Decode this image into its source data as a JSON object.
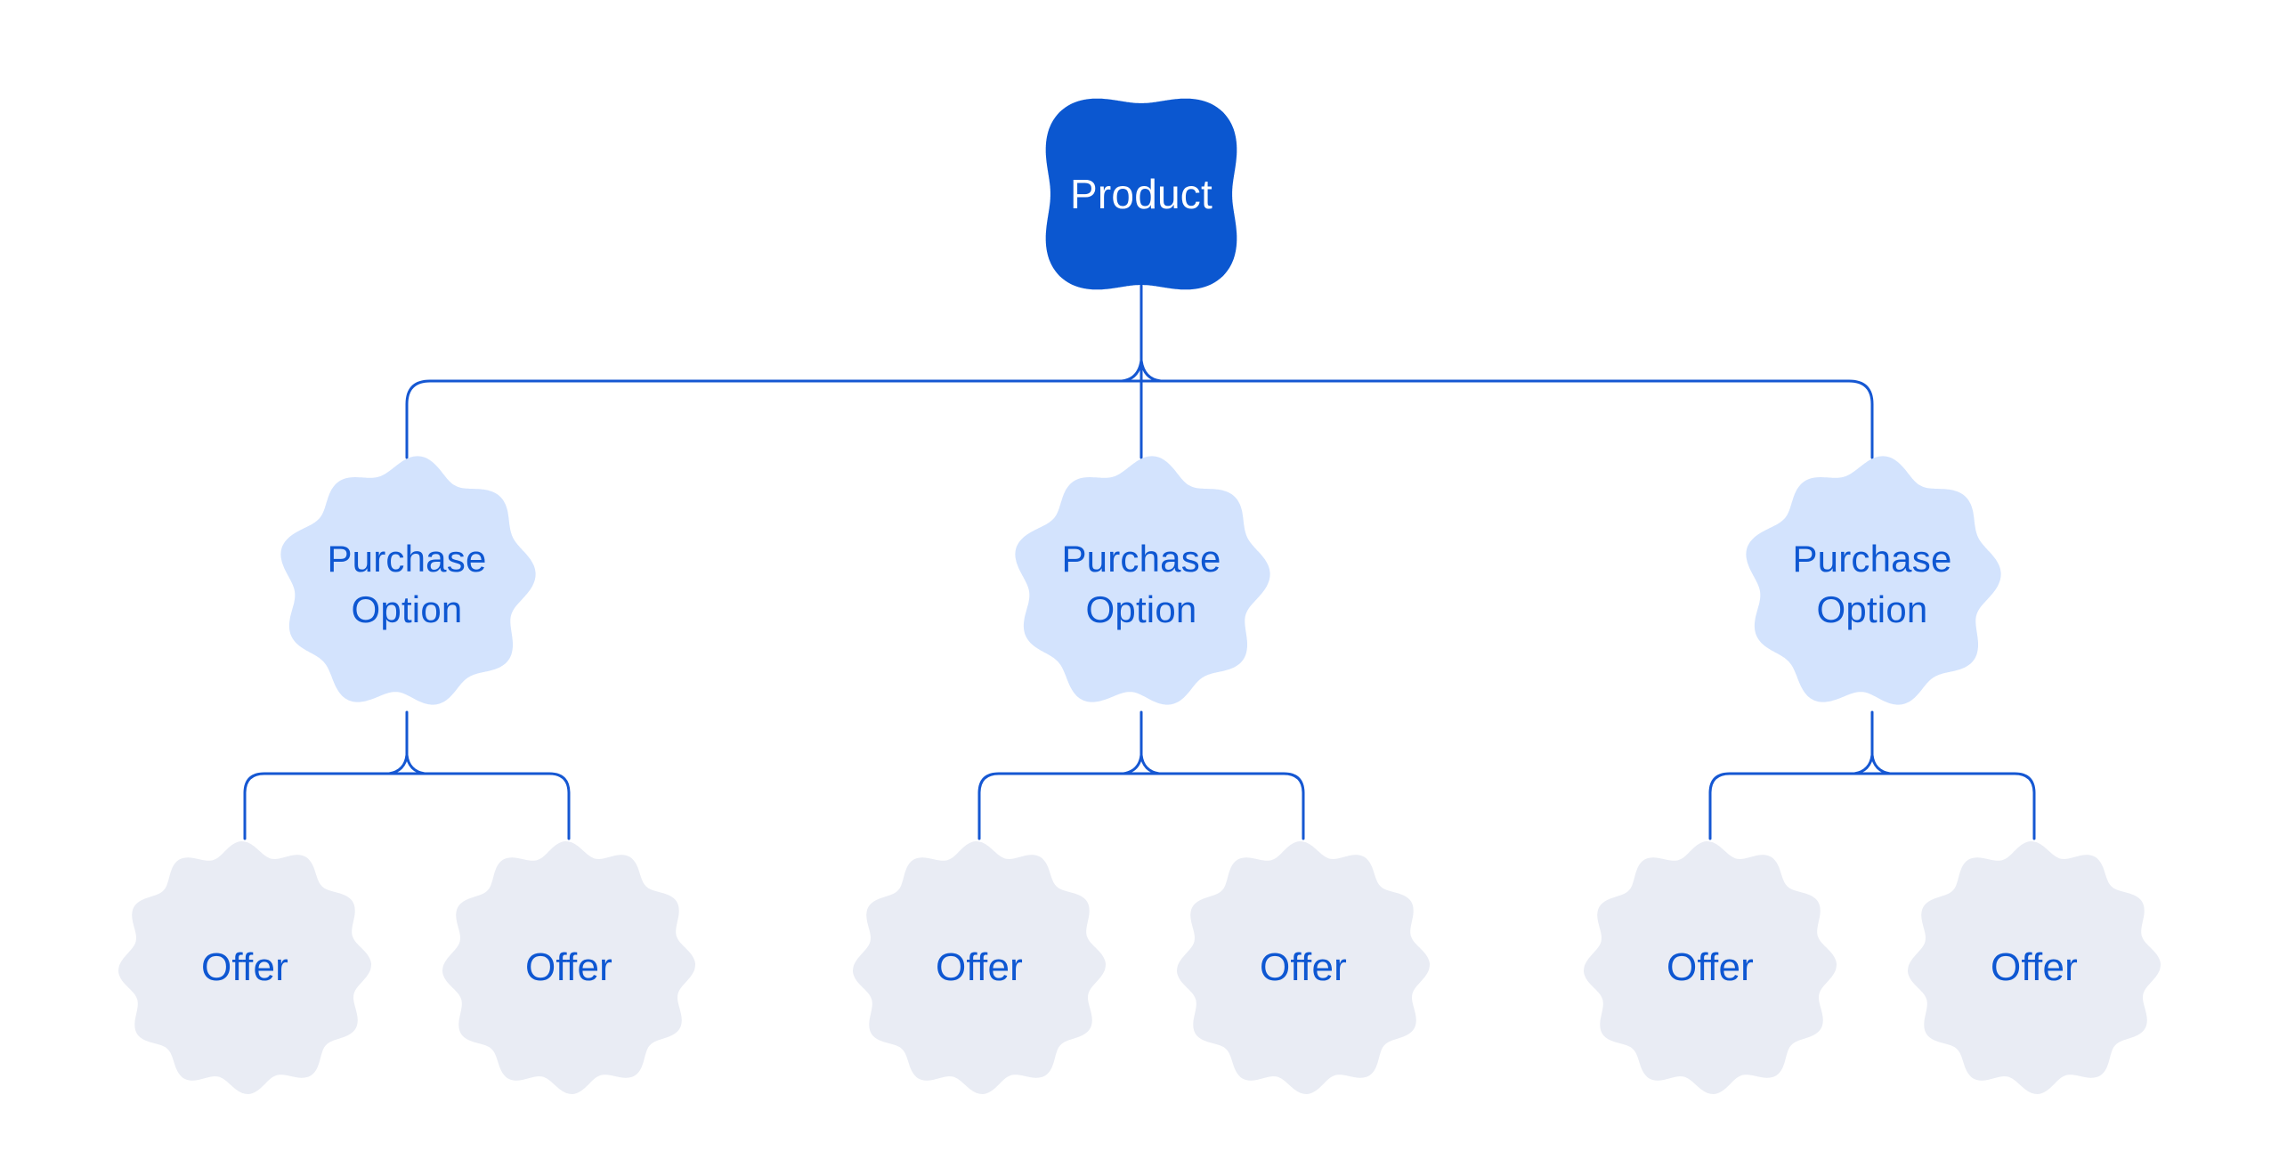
{
  "diagram": {
    "type": "tree",
    "colors": {
      "background": "#FFFFFF",
      "product_fill": "#0B57D0",
      "product_text": "#FFFFFF",
      "purchase_option_fill": "#D3E3FD",
      "offer_fill": "#E9ECF4",
      "label_text": "#0E57D2",
      "connector": "#1557D2"
    },
    "root": {
      "label": "Product"
    },
    "purchase_options": [
      {
        "label": "Purchase Option",
        "offers": [
          {
            "label": "Offer"
          },
          {
            "label": "Offer"
          }
        ]
      },
      {
        "label": "Purchase Option",
        "offers": [
          {
            "label": "Offer"
          },
          {
            "label": "Offer"
          }
        ]
      },
      {
        "label": "Purchase Option",
        "offers": [
          {
            "label": "Offer"
          },
          {
            "label": "Offer"
          }
        ]
      }
    ]
  }
}
